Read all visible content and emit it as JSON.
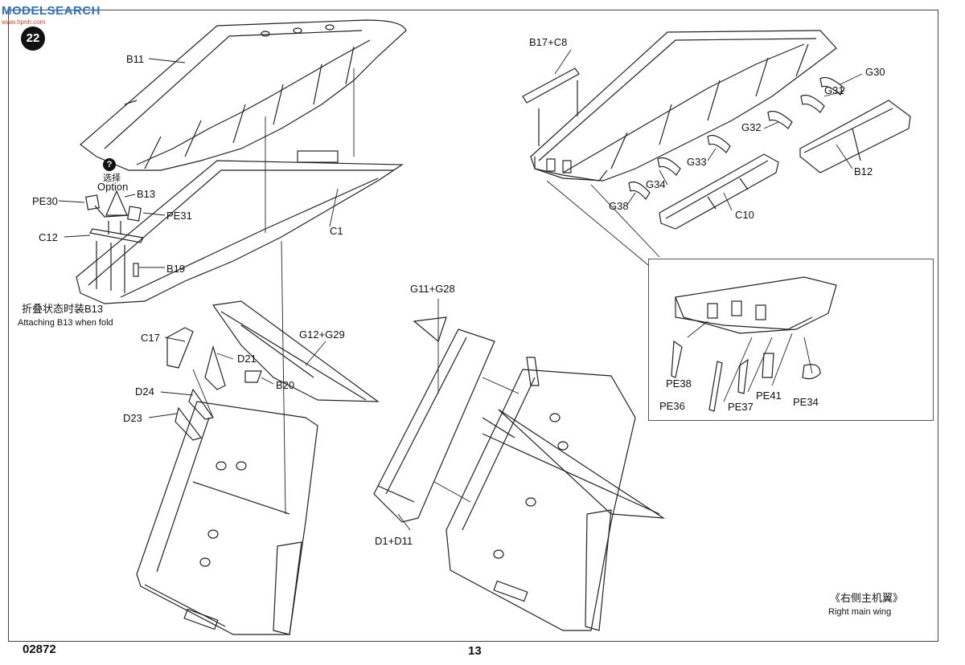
{
  "watermark": {
    "text": "MODELSEARCH",
    "sub": "www.hpnh.com"
  },
  "step_number": "22",
  "option": {
    "badge": "?",
    "cn": "选择",
    "en": "Option"
  },
  "labels": {
    "B11": "B11",
    "PE30": "PE30",
    "B13": "B13",
    "PE31": "PE31",
    "C12": "C12",
    "B19": "B19",
    "C1": "C1",
    "B17_C8": "B17+C8",
    "G30": "G30",
    "G31": "G31",
    "G32": "G32",
    "G33": "G33",
    "G34": "G34",
    "G38": "G38",
    "C10": "C10",
    "B12": "B12",
    "G11_G28": "G11+G28",
    "C17": "C17",
    "D21": "D21",
    "G12_G29": "G12+G29",
    "B20": "B20",
    "D24": "D24",
    "D23": "D23",
    "D1_D11": "D1+D11",
    "PE38": "PE38",
    "PE36": "PE36",
    "PE37": "PE37",
    "PE41": "PE41",
    "PE34": "PE34"
  },
  "fold_note": {
    "cn": "折叠状态时装B13",
    "en": "Attaching B13 when fold"
  },
  "caption": {
    "cn": "《右侧主机翼》",
    "en": "Right main wing"
  },
  "footer": {
    "code": "02872",
    "page": "13"
  }
}
